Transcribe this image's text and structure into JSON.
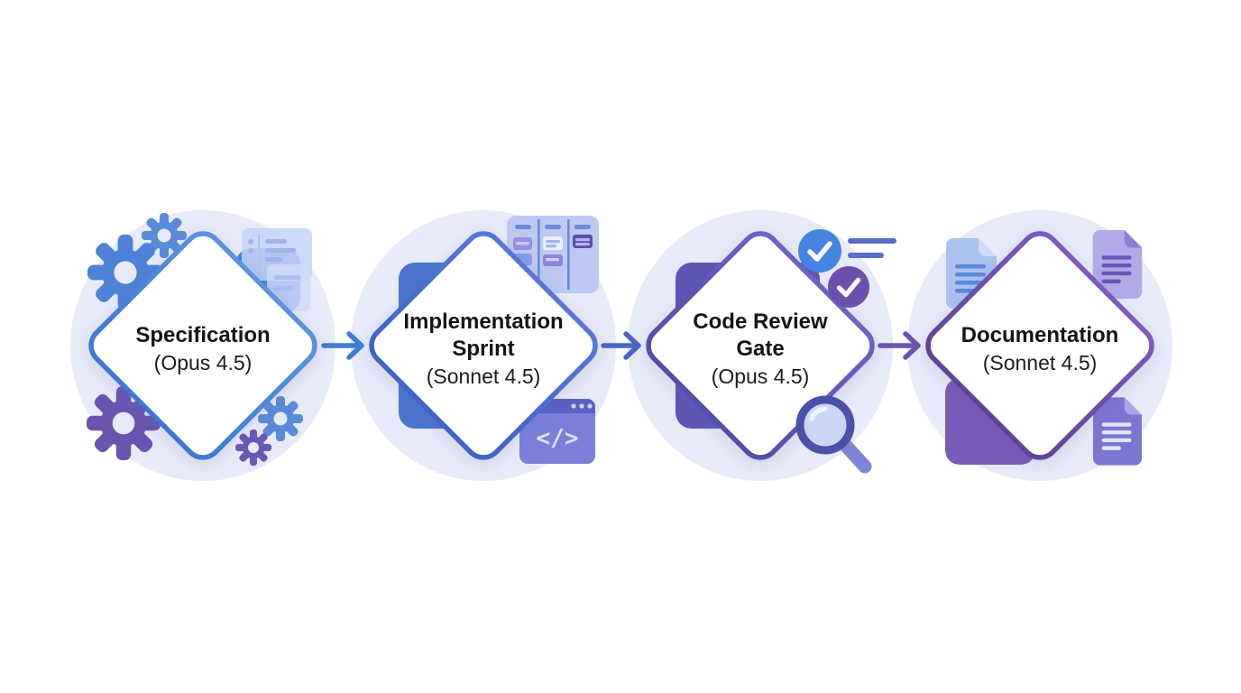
{
  "palette": {
    "background": "#ffffff",
    "halo": "#e7eaf8",
    "gear_blue": "#5b8ad8",
    "gear_purple": "#6a54b0",
    "kanban_panel": "#bccaf2",
    "code_window": "#7a80d8",
    "doc_light_blue": "#a9c2ee",
    "doc_light_purple": "#b2aae8",
    "doc_purple": "#7d75d2",
    "review_line": "#5b6cc8",
    "text": "#141414"
  },
  "diagram": {
    "type": "workflow-pipeline",
    "nodes": [
      {
        "id": "specification",
        "title": "Specification",
        "subtitle": "(Opus 4.5)",
        "accent_top": "#5b92e0",
        "accent_bottom": "#3d79d2",
        "icons": [
          "gear-icon",
          "gear-icon",
          "gear-icon",
          "gear-icon",
          "gear-icon",
          "spec-browser-icon",
          "folder-shape"
        ]
      },
      {
        "id": "implementation-sprint",
        "title": "Implementation Sprint",
        "subtitle": "(Sonnet 4.5)",
        "accent_top": "#5577d8",
        "accent_bottom": "#3f63c6",
        "code_glyph": "</>",
        "icons": [
          "kanban-board-icon",
          "code-window-icon"
        ]
      },
      {
        "id": "code-review-gate",
        "title": "Code Review Gate",
        "subtitle": "(Opus 4.5)",
        "accent_top": "#6a63c4",
        "accent_bottom": "#544da8",
        "icons": [
          "check-circle-icon",
          "check-circle-icon",
          "review-lines-icon",
          "magnifier-icon"
        ]
      },
      {
        "id": "documentation",
        "title": "Documentation",
        "subtitle": "(Sonnet 4.5)",
        "accent_top": "#7e59bc",
        "accent_bottom": "#5e4397",
        "icons": [
          "document-icon",
          "document-icon",
          "document-icon"
        ]
      }
    ],
    "connectors": [
      {
        "from": "specification",
        "to": "implementation-sprint",
        "color": "#3f7ad6"
      },
      {
        "from": "implementation-sprint",
        "to": "code-review-gate",
        "color": "#4a64c4"
      },
      {
        "from": "code-review-gate",
        "to": "documentation",
        "color": "#6b53ae"
      }
    ]
  }
}
